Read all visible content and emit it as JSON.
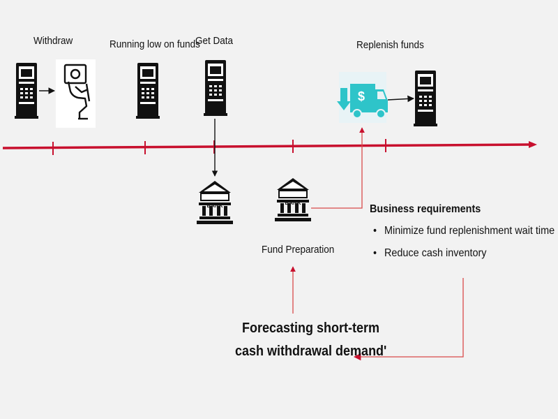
{
  "labels": {
    "withdraw": "Withdraw",
    "running_low": "Running low on funds",
    "get_data": "Get Data",
    "replenish": "Replenish funds",
    "fund_prep": "Fund Preparation",
    "bank_text": "BANK"
  },
  "business": {
    "title": "Business requirements",
    "bullet_char": "•",
    "items": [
      "Minimize fund replenishment wait time",
      "Reduce cash inventory"
    ]
  },
  "forecast": {
    "line1": "Forecasting short-term",
    "line2": "cash withdrawal demand'"
  },
  "truck_symbol": "$",
  "colors": {
    "background": "#f2f2f2",
    "timeline": "#c8102e",
    "connector_red": "#d94a4a",
    "icon_black": "#111111",
    "truck_teal": "#2ec4c9",
    "truck_bg": "#e8f3f6"
  },
  "icons": [
    "atm-icon",
    "cash-hand-icon",
    "bank-icon",
    "delivery-truck-icon"
  ]
}
